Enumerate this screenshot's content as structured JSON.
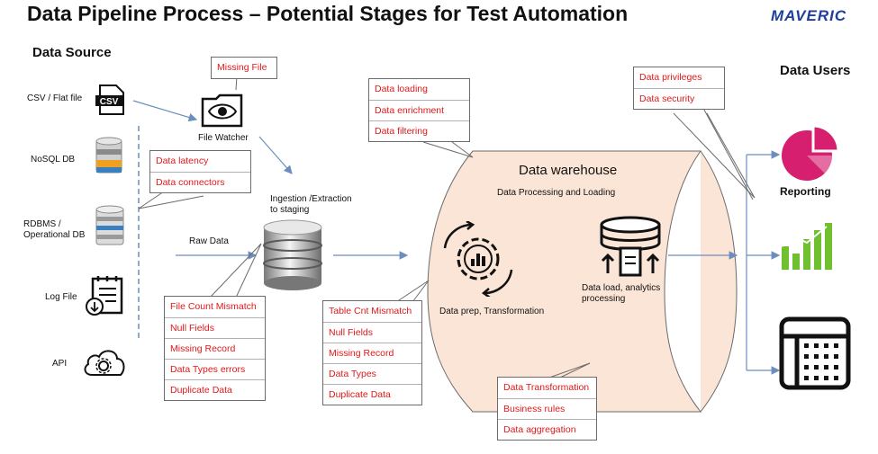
{
  "title": "Data Pipeline Process – Potential Stages for Test Automation",
  "logo": "MAVERIC",
  "data_source": {
    "heading": "Data Source",
    "sources": [
      {
        "label": "CSV / Flat file",
        "icon": "csv-file-icon"
      },
      {
        "label": "NoSQL DB",
        "icon": "database-icon"
      },
      {
        "label": "RDBMS /\nOperational DB",
        "icon": "database-icon"
      },
      {
        "label": "Log File",
        "icon": "clipboard-icon"
      },
      {
        "label": "API",
        "icon": "cloud-gear-icon"
      }
    ]
  },
  "file_watcher": {
    "label": "File Watcher",
    "icon": "folder-eye-icon"
  },
  "raw_data": "Raw Data",
  "ingestion": {
    "label": "Ingestion /Extraction\nto staging",
    "icon": "database-icon"
  },
  "warehouse": {
    "title": "Data warehouse",
    "subtitle": "Data Processing and Loading",
    "prep_label": "Data prep, Transformation",
    "load_label": "Data load, analytics\nprocessing"
  },
  "data_users": {
    "heading": "Data Users",
    "reporting": "Reporting",
    "icons": [
      "pie-chart-icon",
      "bar-chart-icon",
      "table-grid-icon"
    ]
  },
  "callouts": {
    "missing_file": [
      "Missing File"
    ],
    "source": [
      "Data latency",
      "Data connectors"
    ],
    "loading": [
      "Data loading",
      "Data enrichment",
      "Data filtering"
    ],
    "privileges": [
      "Data privileges",
      "Data security"
    ],
    "ingestion": [
      "File Count Mismatch",
      "Null Fields",
      "Missing Record",
      "Data Types errors",
      "Duplicate Data"
    ],
    "staging": [
      "Table Cnt Mismatch",
      "Null Fields",
      "Missing Record",
      "Data Types",
      "Duplicate Data"
    ],
    "transformation": [
      "Data Transformation",
      "Business rules",
      "Data aggregation"
    ]
  },
  "colors": {
    "callout_text": "#e1181a",
    "arrow": "#6c8ebf",
    "warehouse_fill": "#fbe5d6",
    "pie": "#d6206f",
    "bars": "#6fbf2f",
    "logo": "#1f3f9a"
  }
}
